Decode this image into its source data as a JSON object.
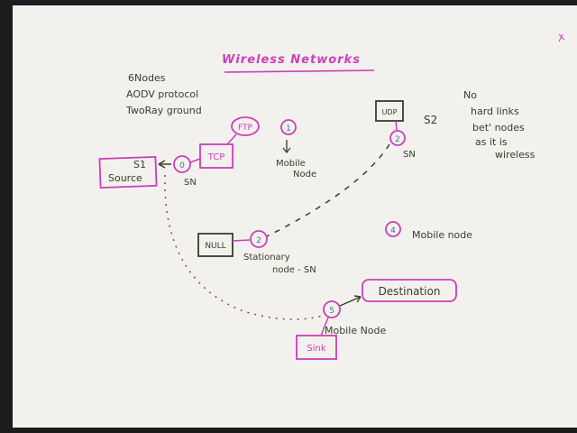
{
  "title": "Wireless Networks",
  "notes_left": [
    "6Nodes",
    "AODV protocol",
    "TwoRay ground"
  ],
  "notes_right": [
    "No",
    "hard links",
    "bet' nodes",
    "as it is",
    "wireless"
  ],
  "nodes": {
    "n0": {
      "id": "0",
      "label": "SN"
    },
    "n1": {
      "id": "1",
      "label_line1": "Mobile",
      "label_line2": "Node"
    },
    "n2_top": {
      "id": "2",
      "label": "SN",
      "s_label": "S2"
    },
    "n2_mid": {
      "id": "2",
      "label_line1": "Stationary",
      "label_line2": "node - SN"
    },
    "n4": {
      "id": "4",
      "label": "Mobile node"
    },
    "n5": {
      "id": "5",
      "label": "Mobile Node"
    }
  },
  "boxes": {
    "source_line1": "S1",
    "source_line2": "Source",
    "tcp": "TCP",
    "ftp": "FTP",
    "udp": "UDP",
    "null": "NULL",
    "sink": "Sink",
    "destination": "Destination"
  },
  "colors": {
    "pen_magenta": "#cc3fb8",
    "pen_dark": "#34402a",
    "paper": "#f3f2ee"
  }
}
